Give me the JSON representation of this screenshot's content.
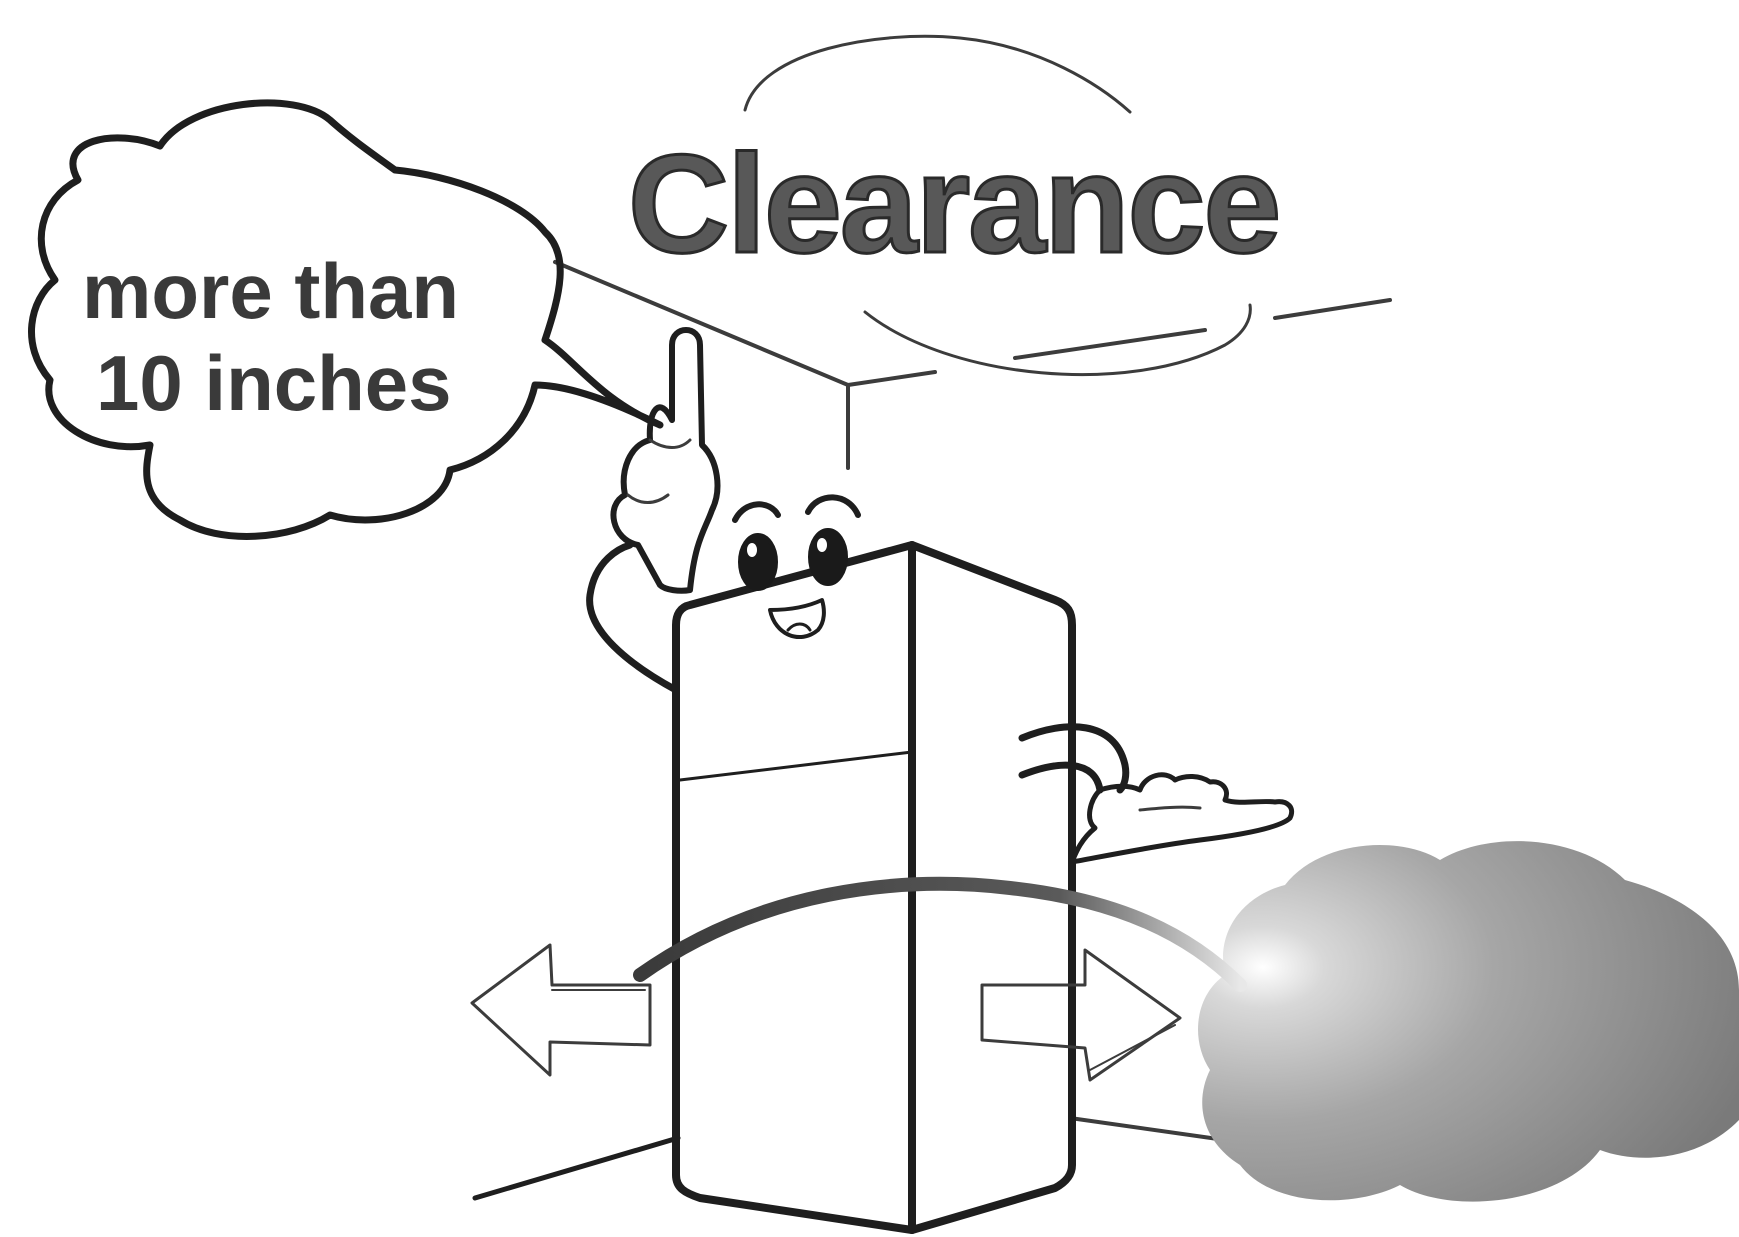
{
  "title": "Clearance",
  "bubble": {
    "line1": "more than",
    "line2": "10 inches"
  },
  "colors": {
    "ink": "#1e1e1e",
    "title_fill": "#585858",
    "wall_cloud": "#8a8a8a",
    "background": "#ffffff"
  }
}
